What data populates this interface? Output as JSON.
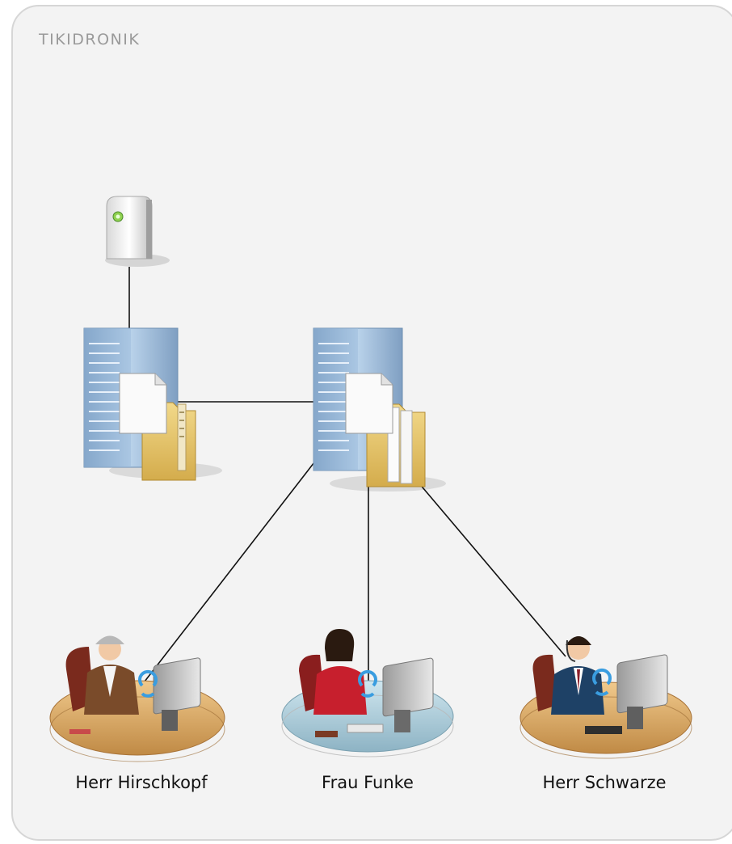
{
  "brand": "TIKIDRONIK",
  "nodes": {
    "storage": {
      "icon": "network-storage-icon"
    },
    "archive_server": {
      "icon": "file-server-archive-icon"
    },
    "file_server": {
      "icon": "file-server-folder-icon"
    }
  },
  "users": [
    {
      "name": "Herr Hirschkopf",
      "icon": "user-workstation-icon"
    },
    {
      "name": "Frau Funke",
      "icon": "user-workstation-icon"
    },
    {
      "name": "Herr Schwarze",
      "icon": "user-workstation-icon"
    }
  ],
  "colors": {
    "background": "#f3f3f3",
    "border": "#d6d6d6",
    "brand_text": "#9a9a9a",
    "connector": "#111111",
    "server_blue": "#8fb3d6",
    "folder_yellow": "#e6c66a",
    "desk_wood": "#d8a860"
  }
}
